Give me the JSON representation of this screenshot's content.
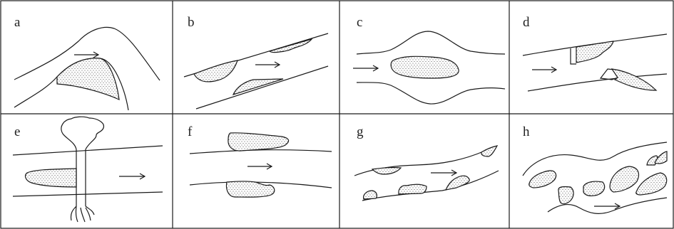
{
  "figure": {
    "panels": [
      {
        "label": "a",
        "shape": "meander-bend"
      },
      {
        "label": "b",
        "shape": "oblique-channel"
      },
      {
        "label": "c",
        "shape": "channel-widening"
      },
      {
        "label": "d",
        "shape": "channel-with-obstacle"
      },
      {
        "label": "e",
        "shape": "tree-obstruction"
      },
      {
        "label": "f",
        "shape": "straight-channel"
      },
      {
        "label": "g",
        "shape": "irregular-channel"
      },
      {
        "label": "h",
        "shape": "braided-channel"
      }
    ],
    "colors": {
      "line": "#1a1a1a",
      "background": "#ffffff",
      "stipple": "#333333"
    }
  }
}
